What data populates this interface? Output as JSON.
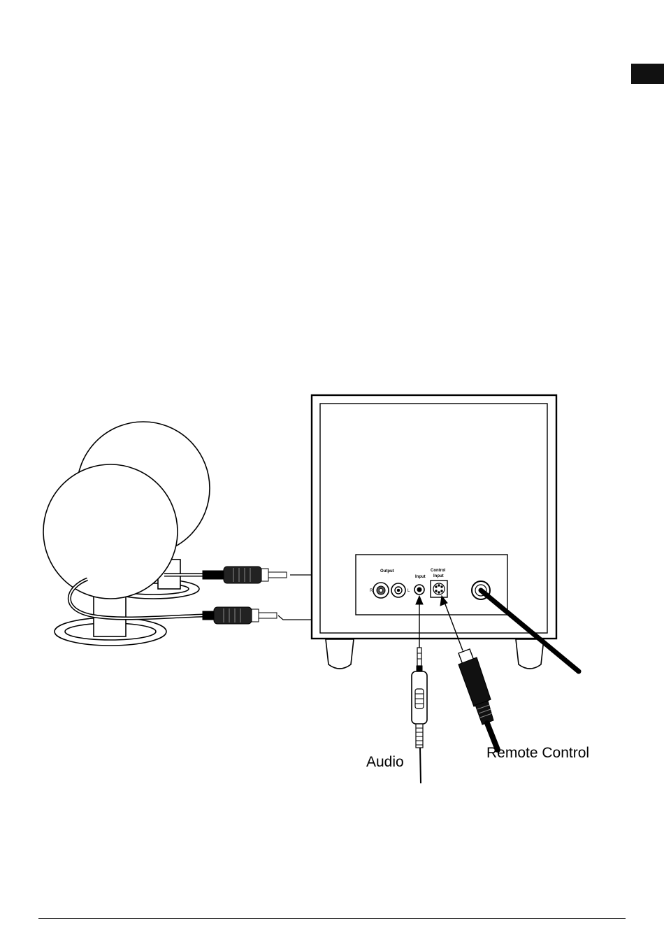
{
  "labels": {
    "audio": "Audio",
    "remote_control": "Remote Control"
  },
  "panel": {
    "output": "Output",
    "input": "Input",
    "control_input_line1": "Control",
    "control_input_line2": "Input",
    "r": "R",
    "l": "L"
  },
  "colors": {
    "ink": "#000000",
    "tab": "#111111",
    "paper": "#ffffff"
  }
}
